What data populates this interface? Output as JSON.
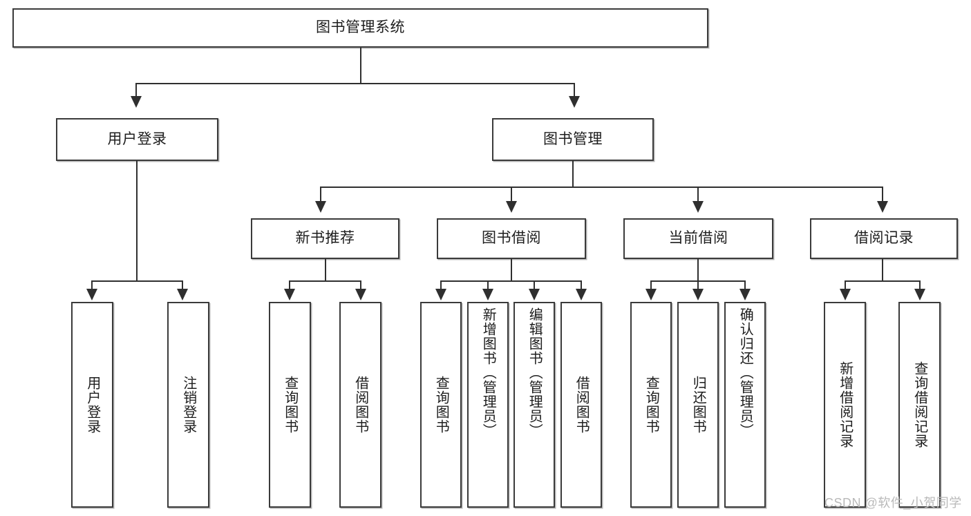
{
  "diagram": {
    "title": "图书管理系统",
    "type": "tree-hierarchy-diagram",
    "root": {
      "label": "图书管理系统"
    },
    "level2": [
      {
        "label": "用户登录"
      },
      {
        "label": "图书管理"
      }
    ],
    "level3": [
      {
        "label": "新书推荐"
      },
      {
        "label": "图书借阅"
      },
      {
        "label": "当前借阅"
      },
      {
        "label": "借阅记录"
      }
    ],
    "leaves": {
      "user_login": [
        {
          "label": "用户登录"
        },
        {
          "label": "注销登录"
        }
      ],
      "new_book_recommend": [
        {
          "label": "查询图书"
        },
        {
          "label": "借阅图书"
        }
      ],
      "book_borrow": [
        {
          "label": "查询图书"
        },
        {
          "label": "新增图书（管理员）"
        },
        {
          "label": "编辑图书（管理员）"
        },
        {
          "label": "借阅图书"
        }
      ],
      "current_borrow": [
        {
          "label": "查询图书"
        },
        {
          "label": "归还图书"
        },
        {
          "label": "确认归还（管理员）"
        }
      ],
      "borrow_record": [
        {
          "label": "新增借阅记录"
        },
        {
          "label": "查询借阅记录"
        }
      ]
    }
  },
  "watermark": {
    "text": "CSDN @软件_小贺同学"
  },
  "colors": {
    "node_border": "#3a3a3a",
    "connector": "#2f2f2f",
    "node_fill": "#ffffff",
    "text": "#1d1d1d",
    "watermark": "#b9b9b9"
  }
}
